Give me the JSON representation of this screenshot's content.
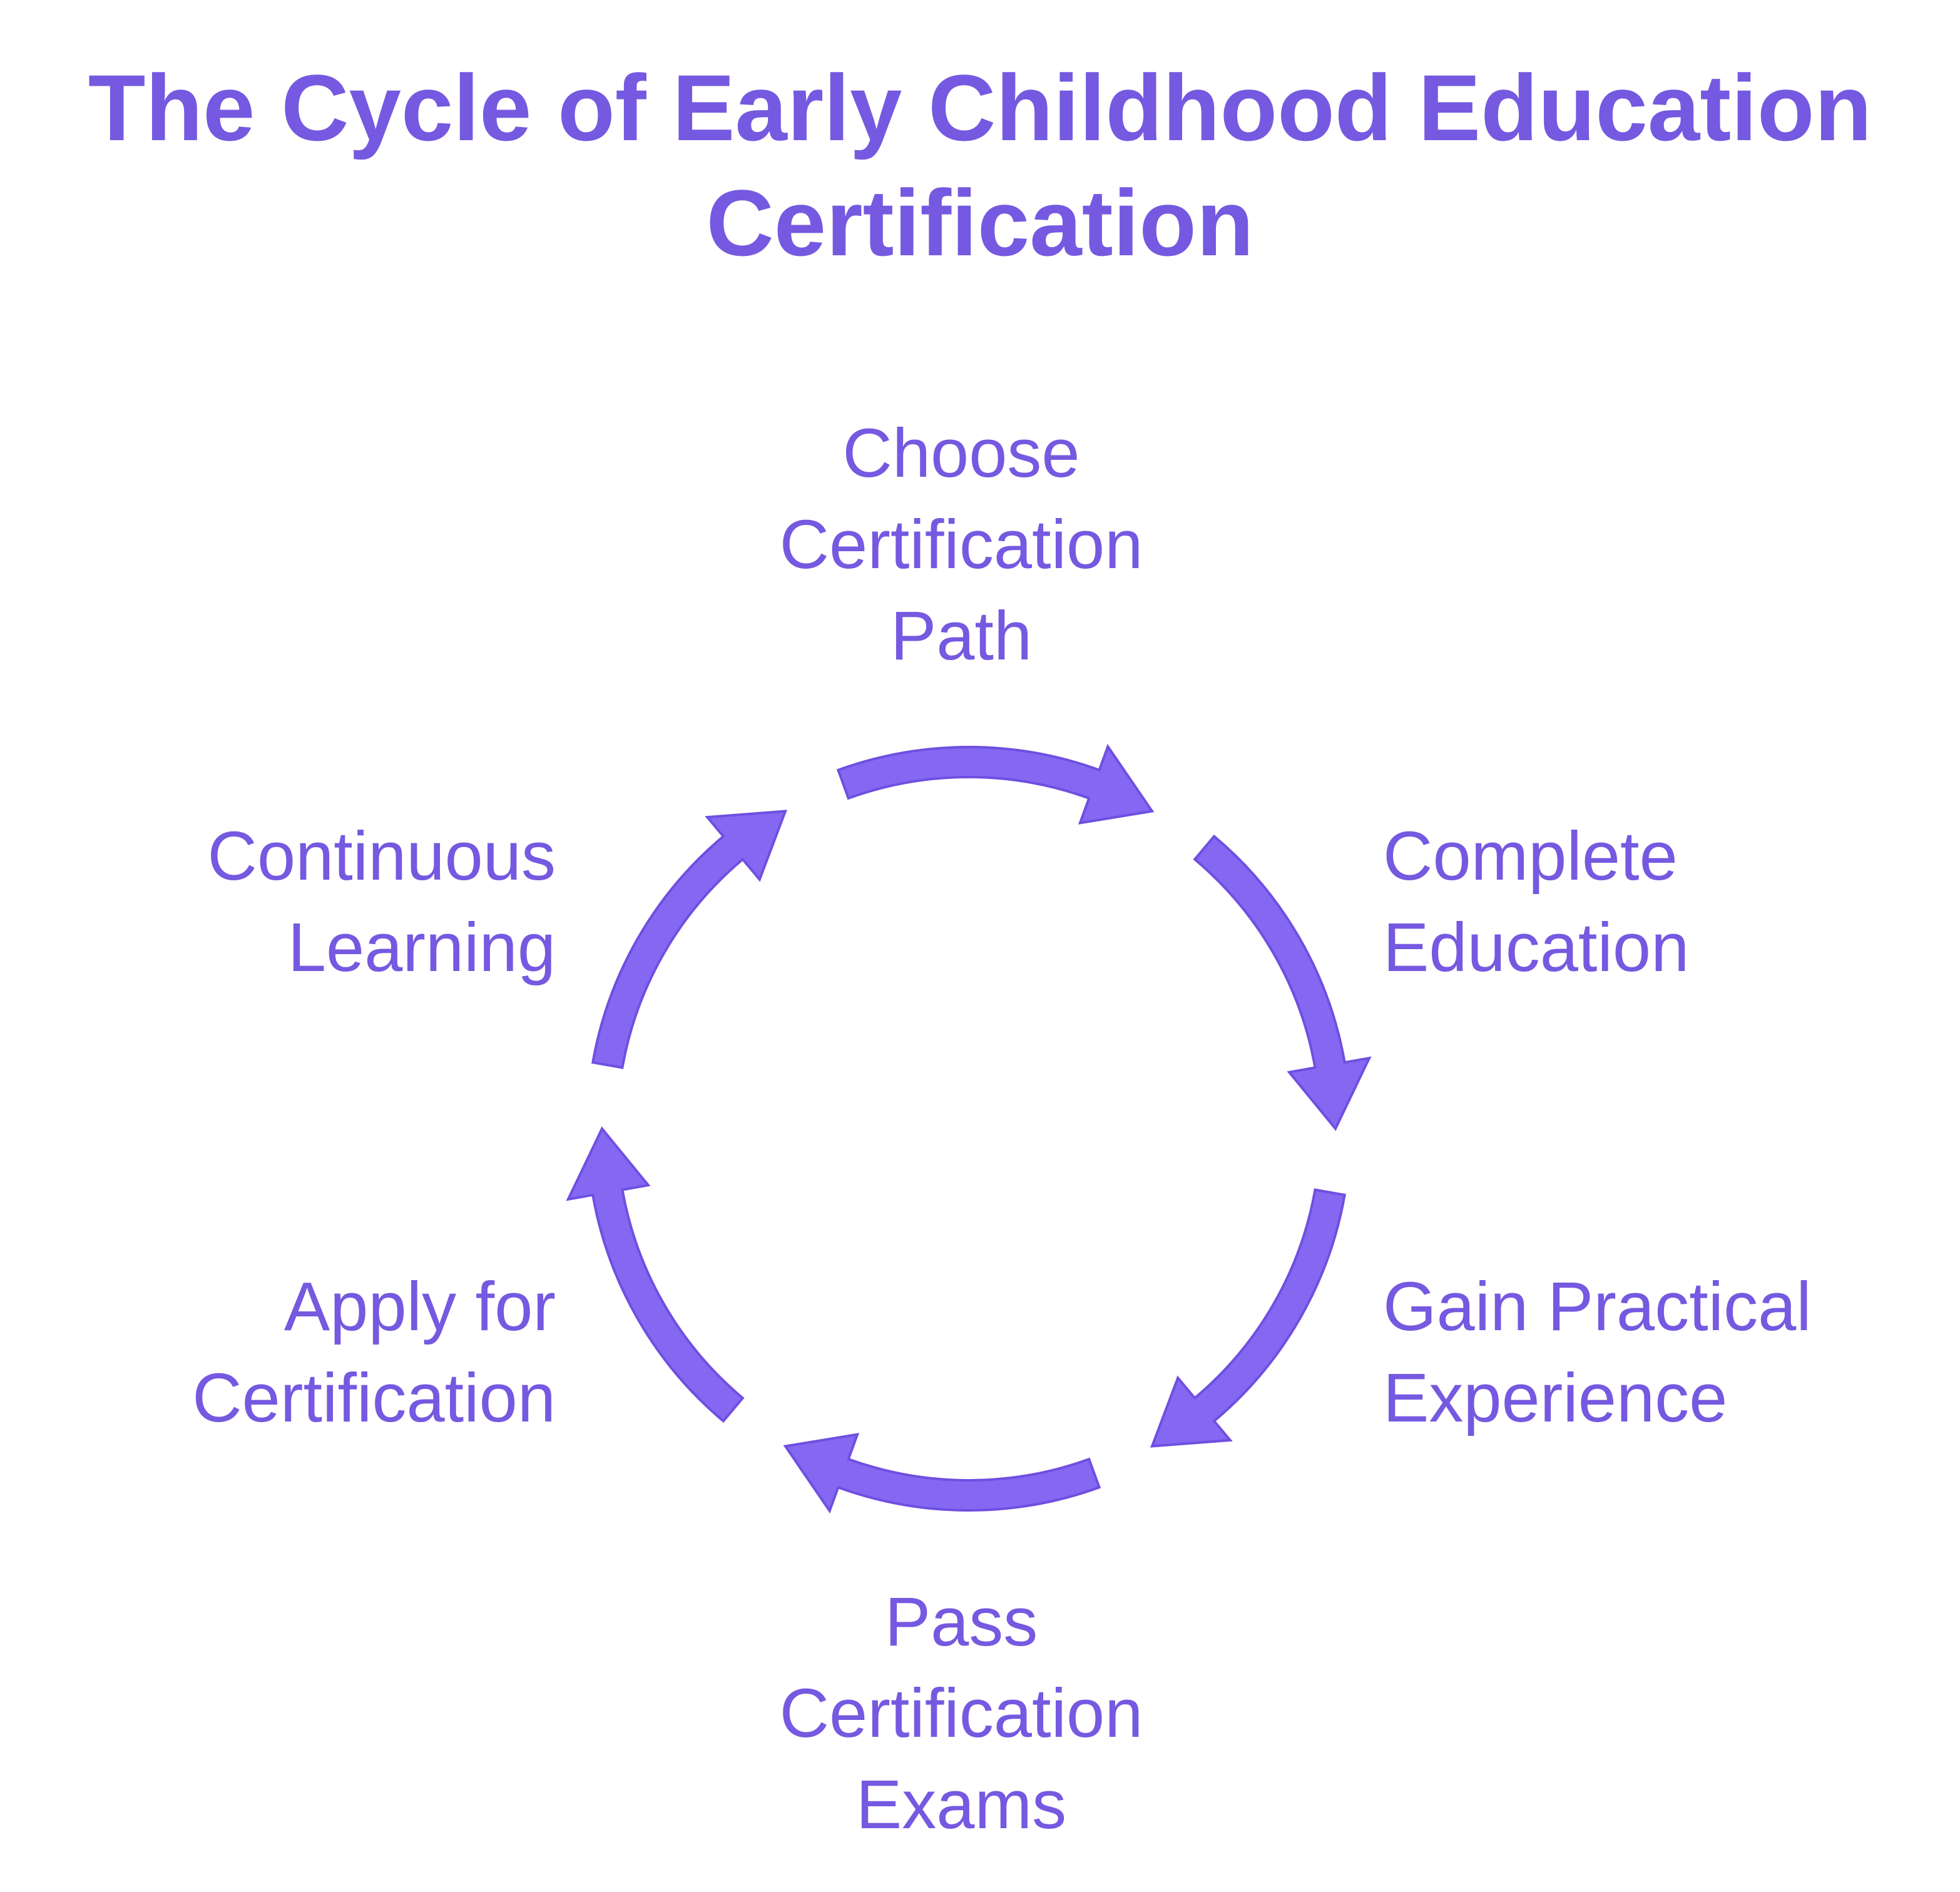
{
  "colors": {
    "title": "#7559e0",
    "label": "#7559e0",
    "arrow_fill": "#8468f2",
    "arrow_stroke": "#6f4fe0"
  },
  "title": {
    "lines": [
      "The Cycle of Early Childhood Education",
      "Certification"
    ]
  },
  "steps": [
    {
      "lines": [
        "Choose",
        "Certification",
        "Path"
      ]
    },
    {
      "lines": [
        "Complete",
        "Education"
      ]
    },
    {
      "lines": [
        "Gain Practical",
        "Experience"
      ]
    },
    {
      "lines": [
        "Pass",
        "Certification",
        "Exams"
      ]
    },
    {
      "lines": [
        "Apply for",
        "Certification"
      ]
    },
    {
      "lines": [
        "Continuous",
        "Learning"
      ]
    }
  ]
}
